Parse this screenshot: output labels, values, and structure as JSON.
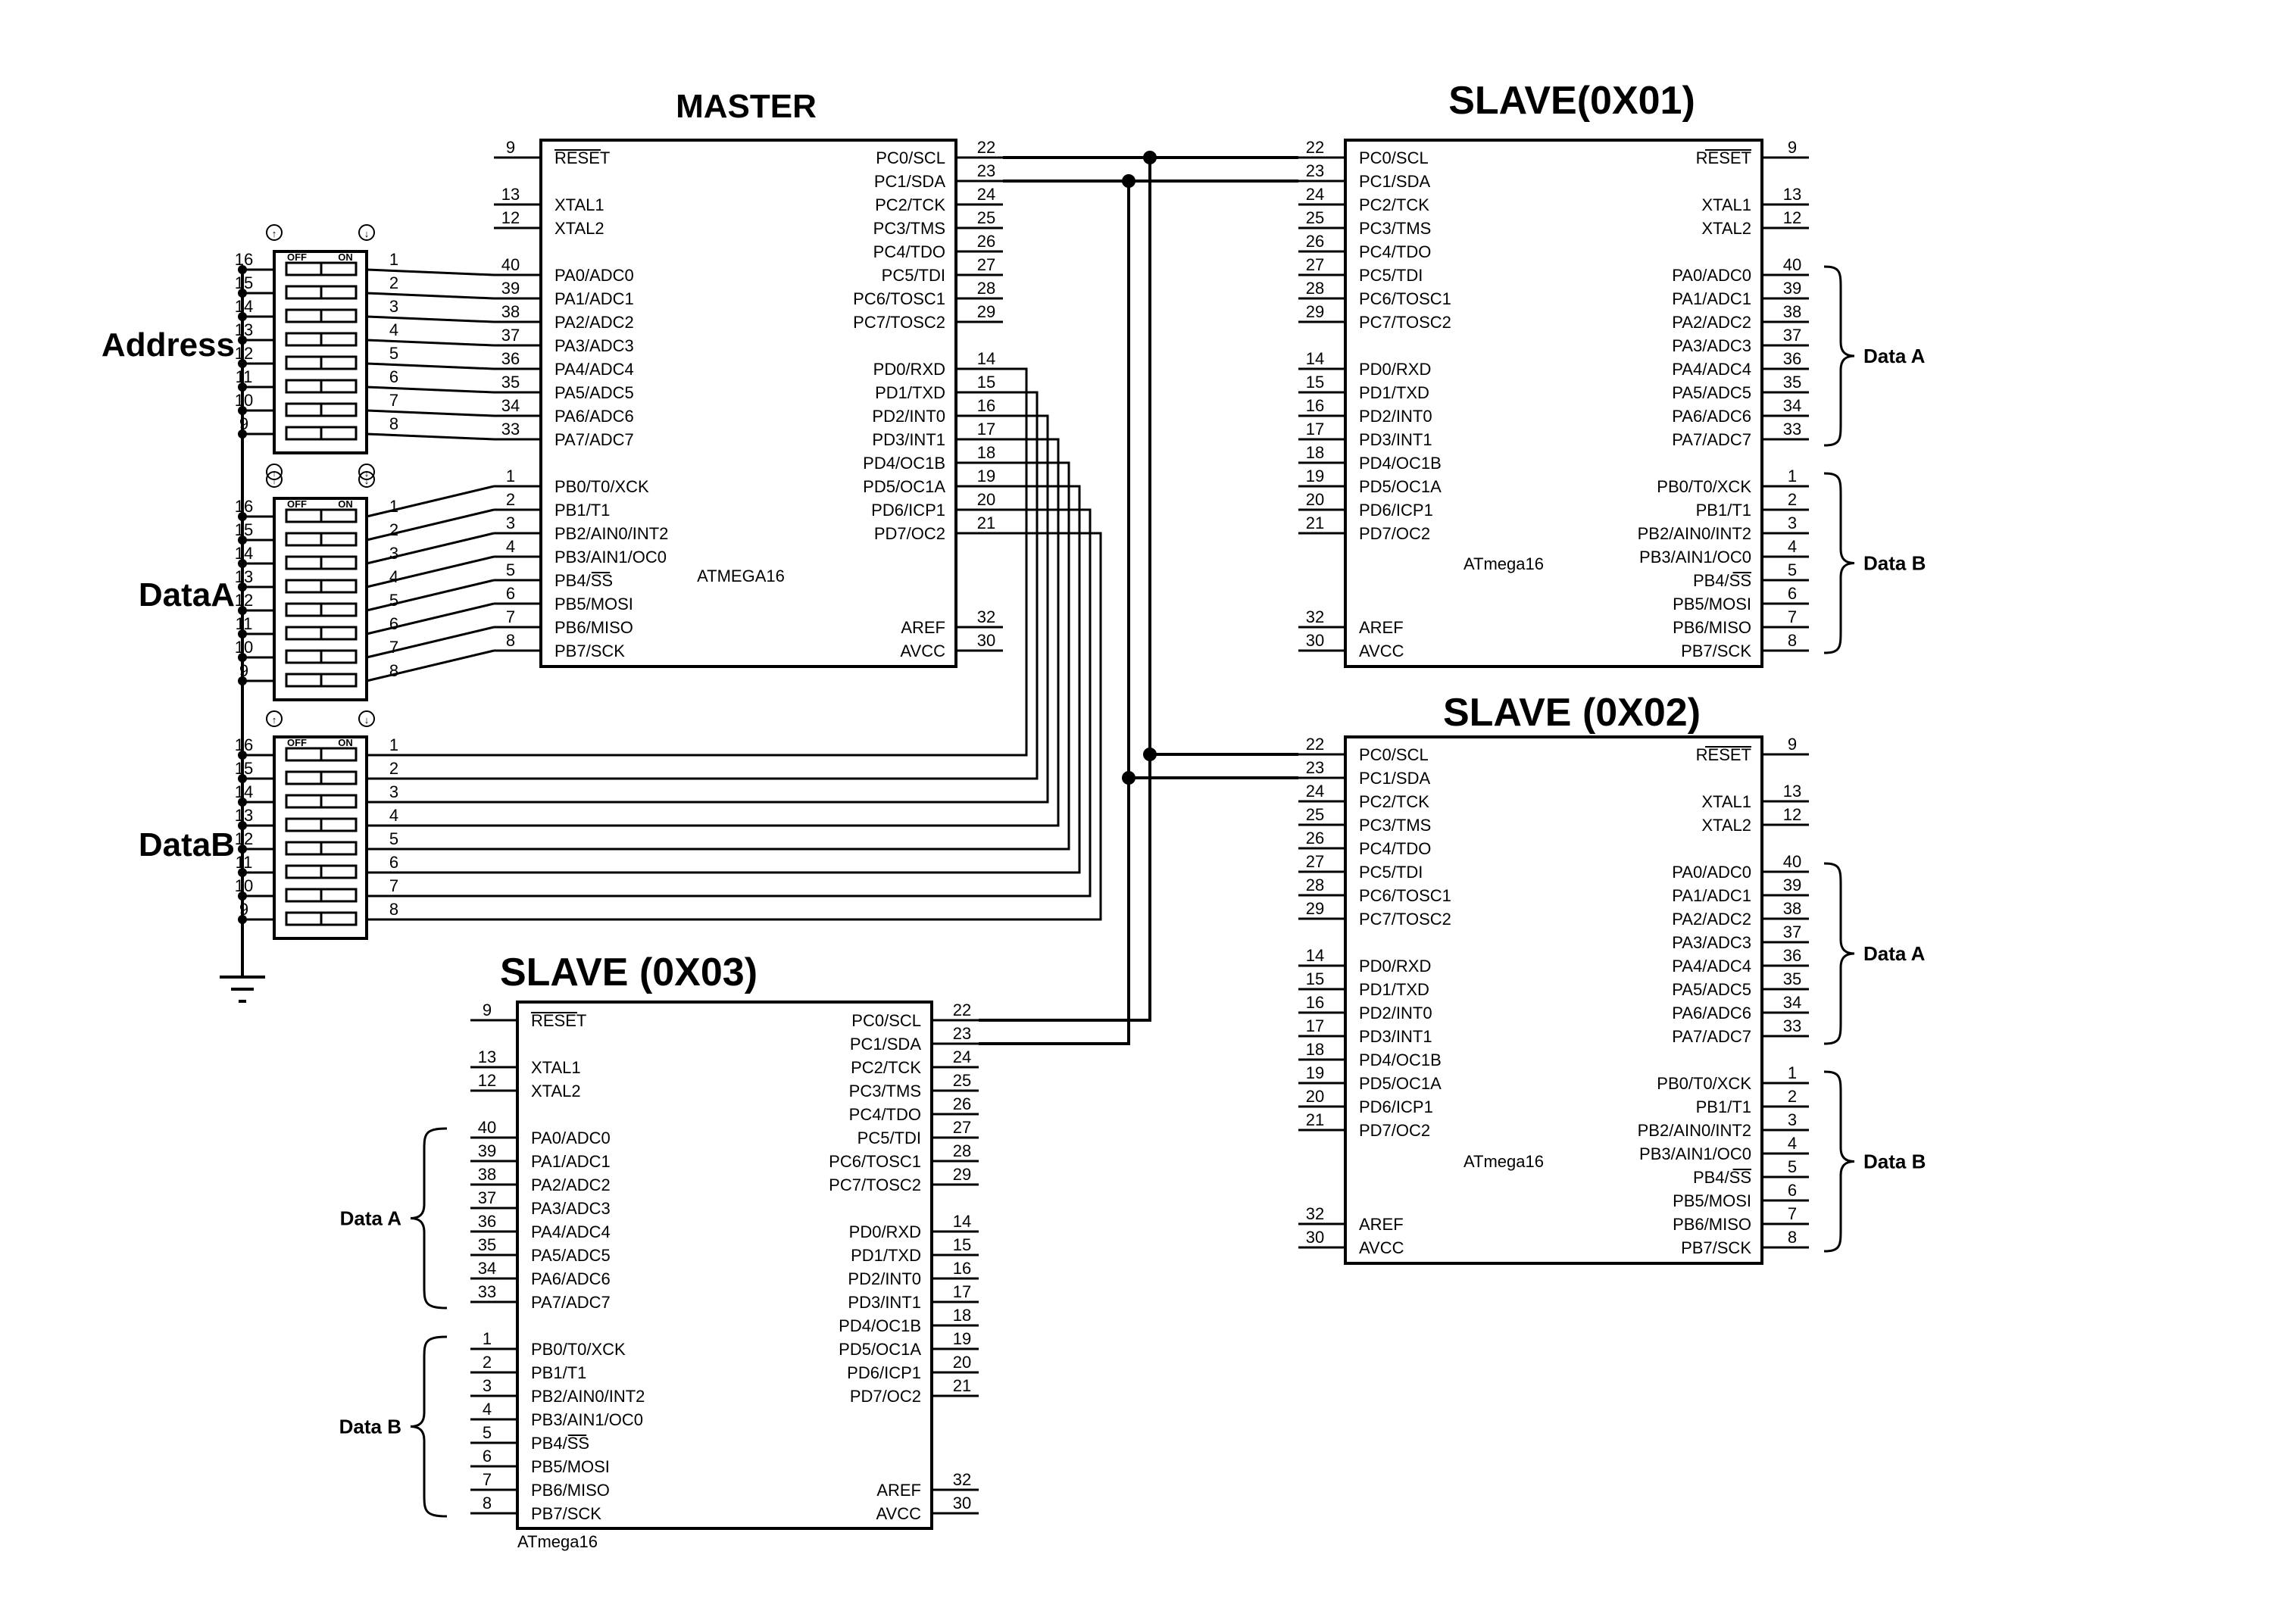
{
  "chips": {
    "master": {
      "title": "MASTER",
      "part": "ATMEGA16",
      "left": [
        {
          "pin": "9",
          "label": "RESET",
          "overbar": "RESET"
        },
        {
          "pin": "13",
          "label": "XTAL1"
        },
        {
          "pin": "12",
          "label": "XTAL2"
        },
        {
          "pin": "40",
          "label": "PA0/ADC0"
        },
        {
          "pin": "39",
          "label": "PA1/ADC1"
        },
        {
          "pin": "38",
          "label": "PA2/ADC2"
        },
        {
          "pin": "37",
          "label": "PA3/ADC3"
        },
        {
          "pin": "36",
          "label": "PA4/ADC4"
        },
        {
          "pin": "35",
          "label": "PA5/ADC5"
        },
        {
          "pin": "34",
          "label": "PA6/ADC6"
        },
        {
          "pin": "33",
          "label": "PA7/ADC7"
        },
        {
          "pin": "1",
          "label": "PB0/T0/XCK"
        },
        {
          "pin": "2",
          "label": "PB1/T1"
        },
        {
          "pin": "3",
          "label": "PB2/AIN0/INT2"
        },
        {
          "pin": "4",
          "label": "PB3/AIN1/OC0"
        },
        {
          "pin": "5",
          "label": "PB4/SS",
          "overbar": "SS"
        },
        {
          "pin": "6",
          "label": "PB5/MOSI"
        },
        {
          "pin": "7",
          "label": "PB6/MISO"
        },
        {
          "pin": "8",
          "label": "PB7/SCK"
        }
      ],
      "right": [
        {
          "pin": "22",
          "label": "PC0/SCL"
        },
        {
          "pin": "23",
          "label": "PC1/SDA"
        },
        {
          "pin": "24",
          "label": "PC2/TCK"
        },
        {
          "pin": "25",
          "label": "PC3/TMS"
        },
        {
          "pin": "26",
          "label": "PC4/TDO"
        },
        {
          "pin": "27",
          "label": "PC5/TDI"
        },
        {
          "pin": "28",
          "label": "PC6/TOSC1"
        },
        {
          "pin": "29",
          "label": "PC7/TOSC2"
        },
        {
          "pin": "14",
          "label": "PD0/RXD"
        },
        {
          "pin": "15",
          "label": "PD1/TXD"
        },
        {
          "pin": "16",
          "label": "PD2/INT0"
        },
        {
          "pin": "17",
          "label": "PD3/INT1"
        },
        {
          "pin": "18",
          "label": "PD4/OC1B"
        },
        {
          "pin": "19",
          "label": "PD5/OC1A"
        },
        {
          "pin": "20",
          "label": "PD6/ICP1"
        },
        {
          "pin": "21",
          "label": "PD7/OC2"
        },
        {
          "pin": "32",
          "label": "AREF"
        },
        {
          "pin": "30",
          "label": "AVCC"
        }
      ]
    },
    "slave1": {
      "title": "SLAVE(0X01)",
      "part": "ATmega16"
    },
    "slave2": {
      "title": "SLAVE (0X02)",
      "part": "ATmega16"
    },
    "slave3": {
      "title": "SLAVE (0X03)",
      "part": "ATmega16"
    },
    "slave_left": [
      {
        "pin": "22",
        "label": "PC0/SCL"
      },
      {
        "pin": "23",
        "label": "PC1/SDA"
      },
      {
        "pin": "24",
        "label": "PC2/TCK"
      },
      {
        "pin": "25",
        "label": "PC3/TMS"
      },
      {
        "pin": "26",
        "label": "PC4/TDO"
      },
      {
        "pin": "27",
        "label": "PC5/TDI"
      },
      {
        "pin": "28",
        "label": "PC6/TOSC1"
      },
      {
        "pin": "29",
        "label": "PC7/TOSC2"
      },
      {
        "pin": "14",
        "label": "PD0/RXD"
      },
      {
        "pin": "15",
        "label": "PD1/TXD"
      },
      {
        "pin": "16",
        "label": "PD2/INT0"
      },
      {
        "pin": "17",
        "label": "PD3/INT1"
      },
      {
        "pin": "18",
        "label": "PD4/OC1B"
      },
      {
        "pin": "19",
        "label": "PD5/OC1A"
      },
      {
        "pin": "20",
        "label": "PD6/ICP1"
      },
      {
        "pin": "21",
        "label": "PD7/OC2"
      },
      {
        "pin": "32",
        "label": "AREF"
      },
      {
        "pin": "30",
        "label": "AVCC"
      }
    ],
    "slave_right": [
      {
        "pin": "9",
        "label": "RESET",
        "overbar": "RESET"
      },
      {
        "pin": "13",
        "label": "XTAL1"
      },
      {
        "pin": "12",
        "label": "XTAL2"
      },
      {
        "pin": "40",
        "label": "PA0/ADC0"
      },
      {
        "pin": "39",
        "label": "PA1/ADC1"
      },
      {
        "pin": "38",
        "label": "PA2/ADC2"
      },
      {
        "pin": "37",
        "label": "PA3/ADC3"
      },
      {
        "pin": "36",
        "label": "PA4/ADC4"
      },
      {
        "pin": "35",
        "label": "PA5/ADC5"
      },
      {
        "pin": "34",
        "label": "PA6/ADC6"
      },
      {
        "pin": "33",
        "label": "PA7/ADC7"
      },
      {
        "pin": "1",
        "label": "PB0/T0/XCK"
      },
      {
        "pin": "2",
        "label": "PB1/T1"
      },
      {
        "pin": "3",
        "label": "PB2/AIN0/INT2"
      },
      {
        "pin": "4",
        "label": "PB3/AIN1/OC0"
      },
      {
        "pin": "5",
        "label": "PB4/SS",
        "overbar": "SS"
      },
      {
        "pin": "6",
        "label": "PB5/MOSI"
      },
      {
        "pin": "7",
        "label": "PB6/MISO"
      },
      {
        "pin": "8",
        "label": "PB7/SCK"
      }
    ]
  },
  "switches": [
    {
      "label": "Address",
      "off": "OFF",
      "on": "ON"
    },
    {
      "label": "DataA",
      "off": "OFF",
      "on": "ON"
    },
    {
      "label": "DataB",
      "off": "OFF",
      "on": "ON"
    }
  ],
  "switch_left_pins": [
    "16",
    "15",
    "14",
    "13",
    "12",
    "11",
    "10",
    "9"
  ],
  "switch_right_pins": [
    "1",
    "2",
    "3",
    "4",
    "5",
    "6",
    "7",
    "8"
  ],
  "brace_labels": {
    "data_a": "Data A",
    "data_b": "Data B"
  }
}
